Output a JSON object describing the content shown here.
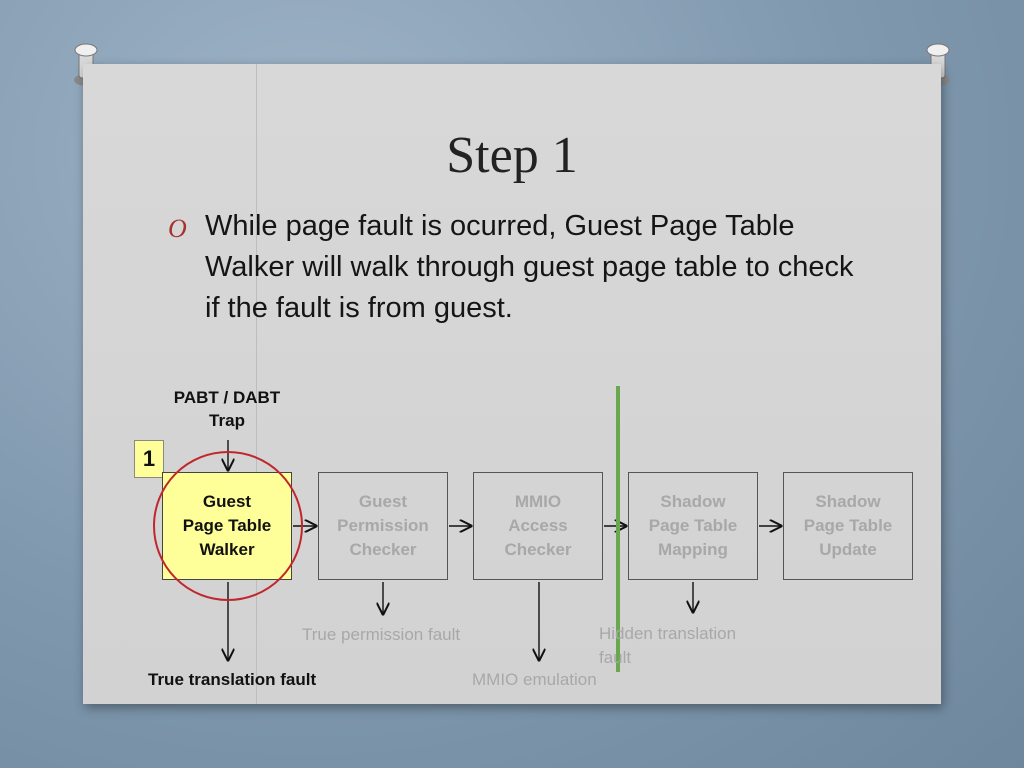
{
  "slide": {
    "title": "Step 1",
    "bullet_marker": "O",
    "bullet_text": "While page fault is ocurred, Guest Page Table Walker will walk through guest page table to check if the fault is from guest."
  },
  "diagram": {
    "input_label": "PABT / DABT\nTrap",
    "step_badge": "1",
    "boxes": [
      {
        "label": "Guest\nPage Table\nWalker",
        "active": true
      },
      {
        "label": "Guest\nPermission\nChecker",
        "active": false
      },
      {
        "label": "MMIO\nAccess\nChecker",
        "active": false
      },
      {
        "label": "Shadow\nPage Table\nMapping",
        "active": false
      },
      {
        "label": "Shadow\nPage Table\nUpdate",
        "active": false
      }
    ],
    "outputs": {
      "true_translation_fault": "True translation fault",
      "true_permission_fault": "True permission fault",
      "mmio_emulation": "MMIO emulation",
      "hidden_translation_fault": "Hidden translation fault"
    },
    "colors": {
      "highlight_fill": "#ffff99",
      "circle_stroke": "#c0272d",
      "divider_line": "#6aa84f",
      "inactive_text": "#a8a8a8"
    }
  }
}
